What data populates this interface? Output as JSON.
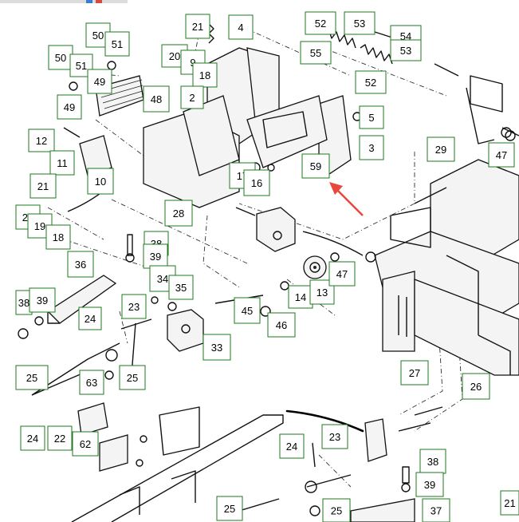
{
  "diagram": {
    "callouts": [
      "52",
      "53",
      "54",
      "53",
      "55",
      "52",
      "21",
      "4",
      "50",
      "51",
      "50",
      "51",
      "20",
      "9",
      "18",
      "49",
      "49",
      "48",
      "2",
      "5",
      "3",
      "29",
      "47",
      "12",
      "11",
      "10",
      "21",
      "20",
      "19",
      "18",
      "17",
      "16",
      "59",
      "28",
      "38",
      "39",
      "36",
      "34",
      "35",
      "38",
      "39",
      "23",
      "24",
      "14",
      "13",
      "47",
      "45",
      "46",
      "33",
      "25",
      "63",
      "25",
      "27",
      "26",
      "24",
      "22",
      "62",
      "23",
      "24",
      "38",
      "39",
      "25",
      "25",
      "37",
      "21"
    ],
    "colors": {
      "callout_border": "#1f7a1f",
      "arrow": "#e8483c",
      "line": "#111111"
    },
    "icons": [
      "pointer-arrow-icon"
    ]
  }
}
